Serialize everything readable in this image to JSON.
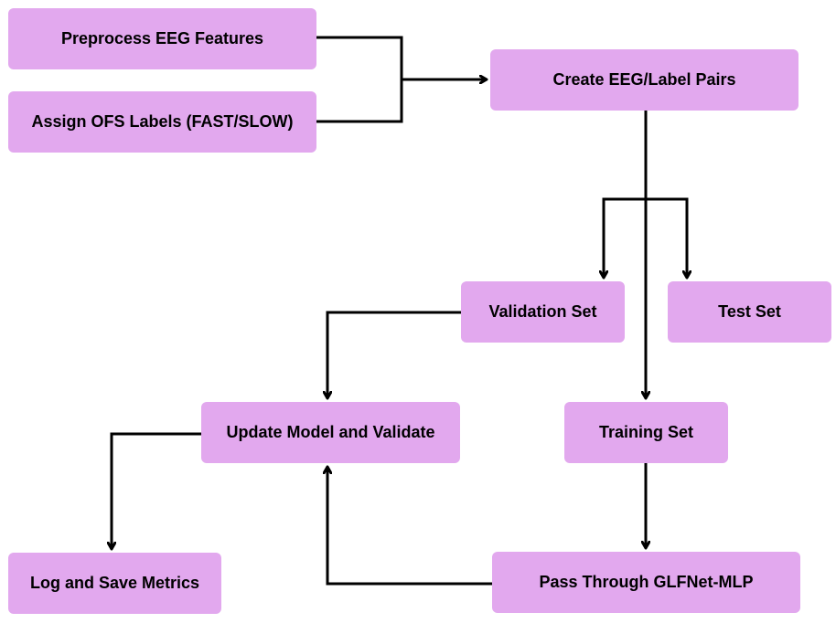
{
  "diagram": {
    "nodes": {
      "preprocess": "Preprocess EEG Features",
      "assign_labels": "Assign OFS Labels (FAST/SLOW)",
      "create_pairs": "Create EEG/Label Pairs",
      "validation_set": "Validation Set",
      "test_set": "Test Set",
      "update_model": "Update Model and Validate",
      "training_set": "Training Set",
      "log_metrics": "Log and Save Metrics",
      "pass_through": "Pass Through GLFNet-MLP"
    },
    "edges": [
      {
        "from": "preprocess",
        "to": "create_pairs"
      },
      {
        "from": "assign_labels",
        "to": "create_pairs"
      },
      {
        "from": "create_pairs",
        "to": "validation_set"
      },
      {
        "from": "create_pairs",
        "to": "test_set"
      },
      {
        "from": "create_pairs",
        "to": "training_set"
      },
      {
        "from": "validation_set",
        "to": "update_model"
      },
      {
        "from": "training_set",
        "to": "pass_through"
      },
      {
        "from": "pass_through",
        "to": "update_model"
      },
      {
        "from": "update_model",
        "to": "log_metrics"
      }
    ],
    "colors": {
      "node_fill": "#e2a8ee",
      "line": "#000000",
      "text": "#000000",
      "background": "#ffffff"
    }
  }
}
